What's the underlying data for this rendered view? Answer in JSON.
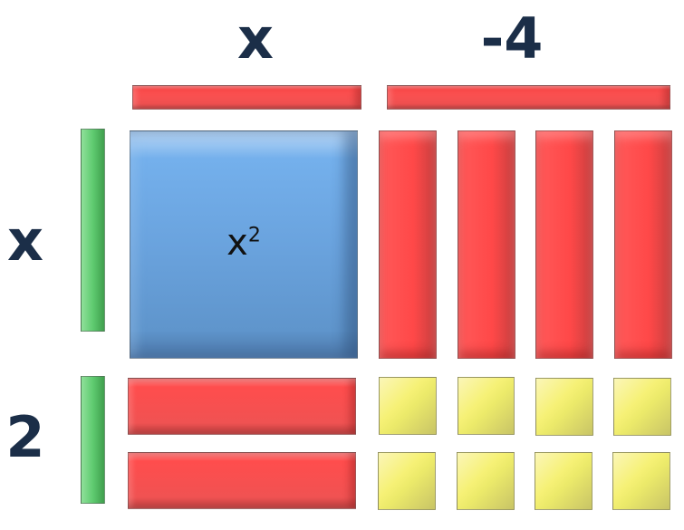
{
  "labels": {
    "top_left": "x",
    "top_right": "-4",
    "side_top": "x",
    "side_bottom": "2"
  },
  "tiles": {
    "square_label": "x",
    "square_exponent": "2"
  },
  "colors": {
    "positive_x": "#5fcb70",
    "negative_x": "#ff4d4d",
    "x_squared": "#6aa3de",
    "unit": "#f6f176",
    "label": "#1b2e48"
  }
}
